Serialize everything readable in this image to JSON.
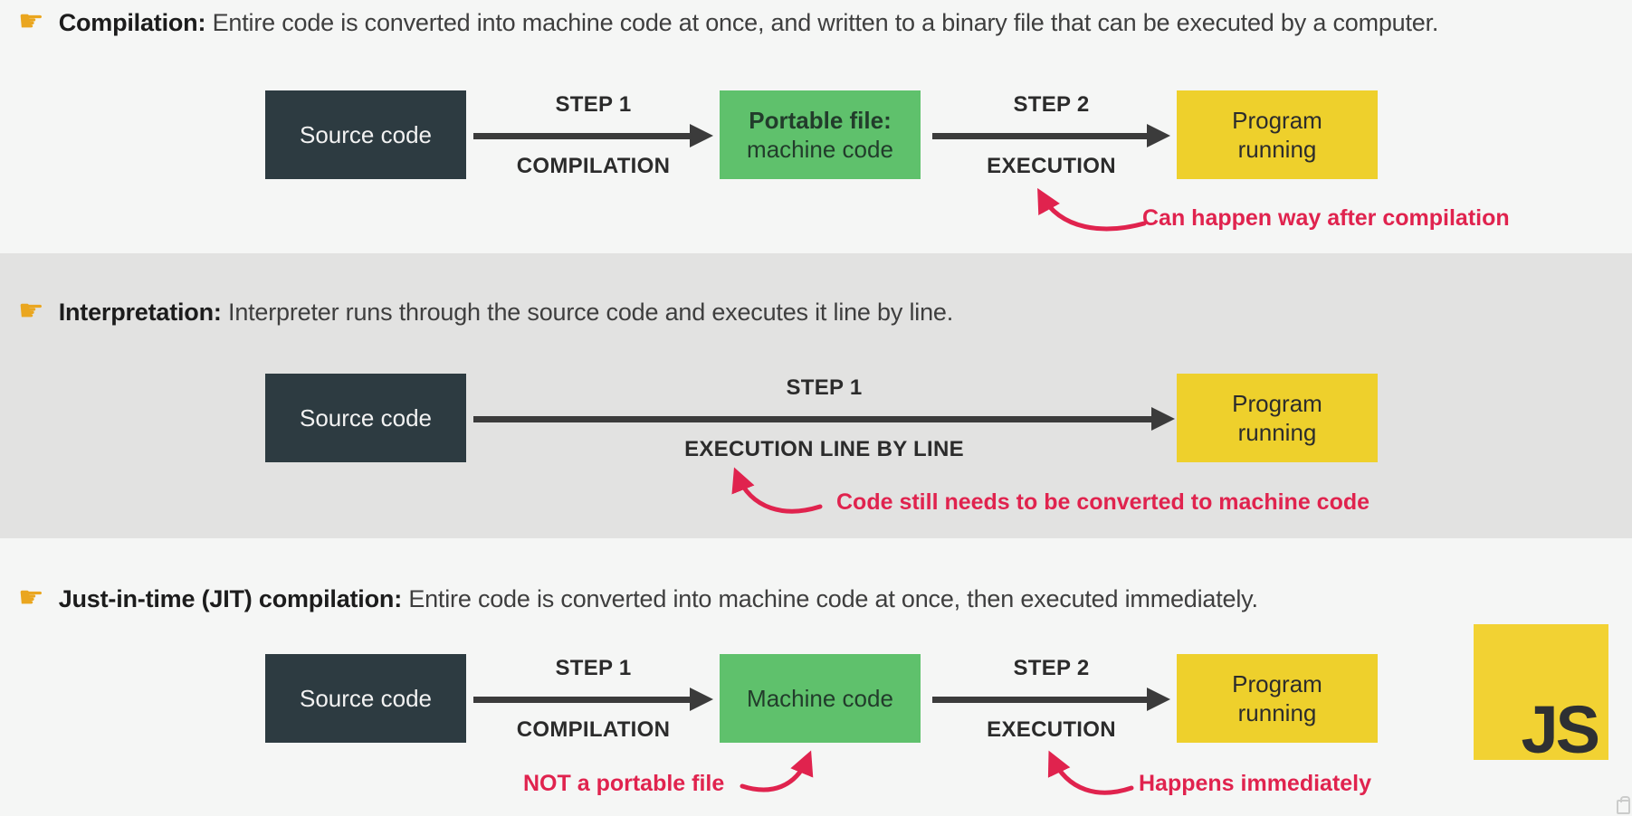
{
  "colors": {
    "background_light": "#f5f6f5",
    "background_band": "#e2e2e1",
    "dark_box": "#2d3b41",
    "green_box": "#5fc16c",
    "yellow_box": "#eed02c",
    "arrow_black": "#3b3b3b",
    "annotation_red": "#e0234e",
    "bullet_orange": "#eaa61f"
  },
  "sections": [
    {
      "id": "compilation",
      "bullet_glyph": "☛",
      "title": "Compilation:",
      "description": "Entire code is converted into machine code at once, and written to a binary file that can be executed by a computer.",
      "flow": {
        "source_box": "Source code",
        "step1_label": "STEP 1",
        "step1_name": "COMPILATION",
        "middle_box_line1": "Portable file:",
        "middle_box_line2": "machine code",
        "step2_label": "STEP 2",
        "step2_name": "EXECUTION",
        "end_box_line1": "Program",
        "end_box_line2": "running"
      },
      "annotation": "Can happen way after compilation"
    },
    {
      "id": "interpretation",
      "bullet_glyph": "☛",
      "title": "Interpretation:",
      "description": "Interpreter runs through the source code and executes it line by line.",
      "flow": {
        "source_box": "Source code",
        "step1_label": "STEP 1",
        "step1_name": "EXECUTION LINE BY LINE",
        "end_box_line1": "Program",
        "end_box_line2": "running"
      },
      "annotation": "Code still needs to be converted to machine code"
    },
    {
      "id": "jit",
      "bullet_glyph": "☛",
      "title": "Just-in-time (JIT) compilation:",
      "description": "Entire code is converted into machine code at once, then executed immediately.",
      "flow": {
        "source_box": "Source code",
        "step1_label": "STEP 1",
        "step1_name": "COMPILATION",
        "middle_box_line1": "Machine code",
        "step2_label": "STEP 2",
        "step2_name": "EXECUTION",
        "end_box_line1": "Program",
        "end_box_line2": "running"
      },
      "annotation_left": "NOT a portable file",
      "annotation_right": "Happens immediately"
    }
  ],
  "js_logo": {
    "text": "JS"
  }
}
